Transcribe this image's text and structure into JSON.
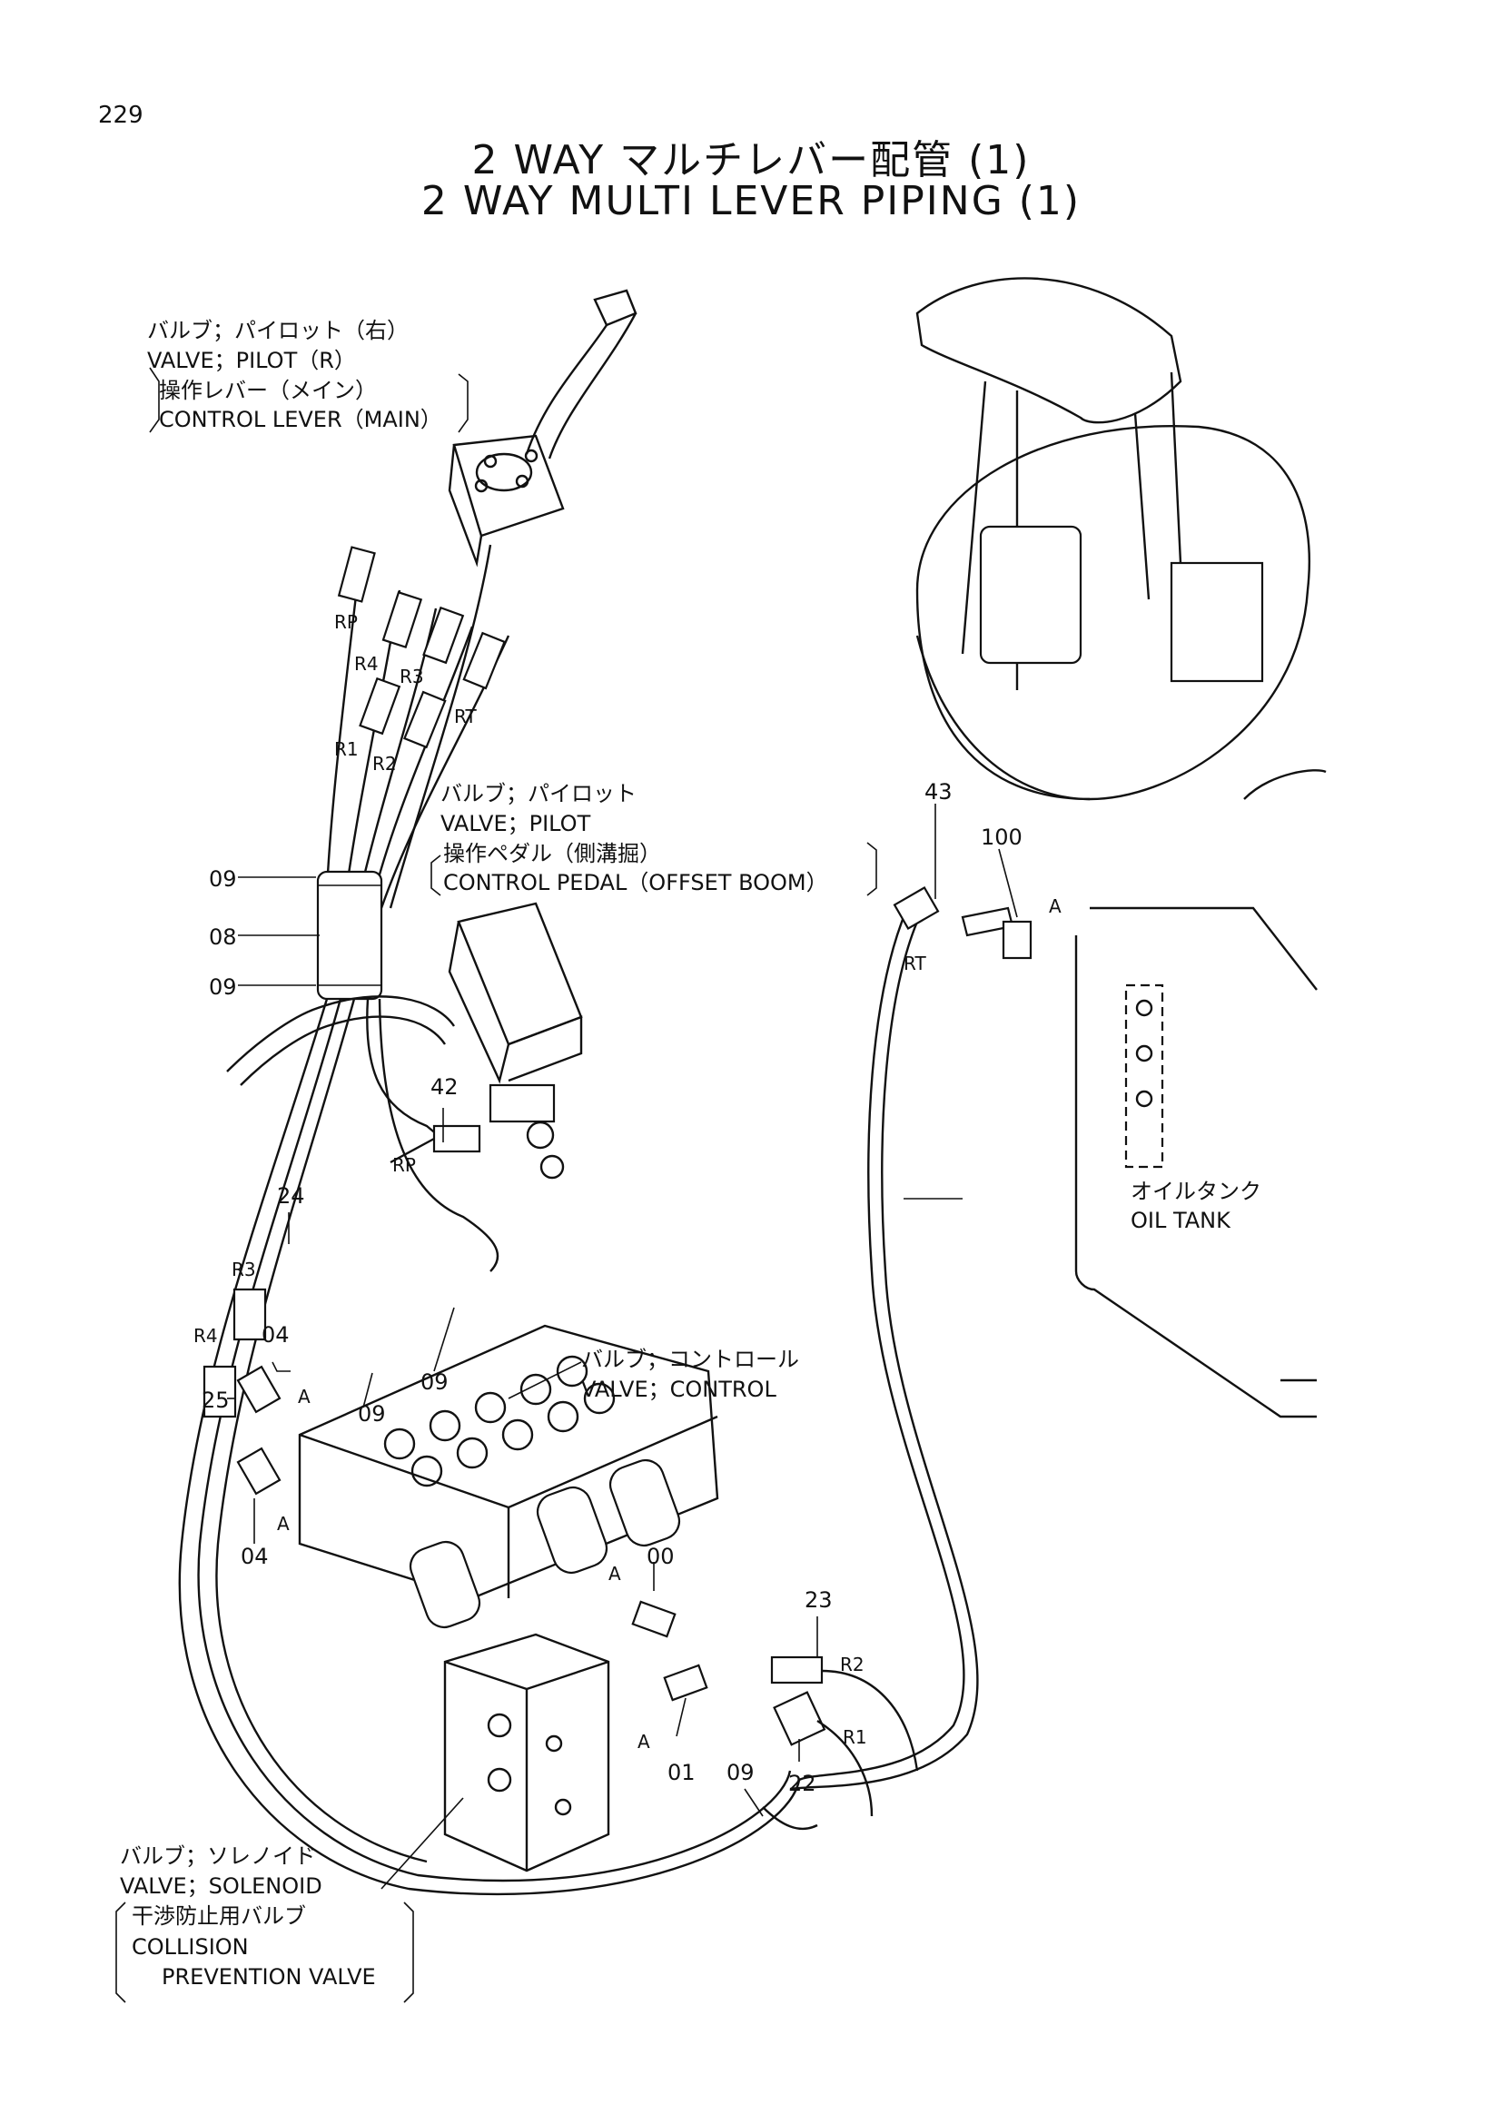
{
  "page_number": "229",
  "title_ja": "2 WAY マルチレバー配管 (1)",
  "title_en": "2 WAY MULTI LEVER PIPING (1)",
  "labels": {
    "pilot_valve_r_ja": "バルブ；パイロット（右）",
    "pilot_valve_r_en": "VALVE；PILOT（R）",
    "control_lever_ja": "操作レバー（メイン）",
    "control_lever_en": "CONTROL LEVER（MAIN）",
    "pilot_valve_ja": "バルブ；パイロット",
    "pilot_valve_en": "VALVE；PILOT",
    "control_pedal_ja": "操作ペダル（側溝掘）",
    "control_pedal_en": "CONTROL PEDAL（OFFSET BOOM）",
    "control_valve_ja": "バルブ；コントロール",
    "control_valve_en": "VALVE；CONTROL",
    "oil_tank_ja": "オイルタンク",
    "oil_tank_en": "OIL TANK",
    "solenoid_valve_ja": "バルブ；ソレノイド",
    "solenoid_valve_en": "VALVE；SOLENOID",
    "collision_valve_ja": "干渉防止用バルブ",
    "collision_valve_en_1": "COLLISION",
    "collision_valve_en_2": "PREVENTION VALVE"
  },
  "callouts": {
    "c09_a": "09",
    "c08": "08",
    "c09_b": "09",
    "c42": "42",
    "c24": "24",
    "c04_a": "04",
    "c25": "25",
    "c09_c": "09",
    "c09_d": "09",
    "c04_b": "04",
    "c00": "00",
    "c23": "23",
    "c01": "01",
    "c09_e": "09",
    "c22": "22",
    "c43": "43",
    "c100": "100"
  },
  "ports": {
    "rp_top": "RP",
    "r4_top": "R4",
    "r3_top": "R3",
    "r1_top": "R1",
    "r2_top": "R2",
    "rt_top": "RT",
    "rp_pedal": "RP",
    "r3_mid": "R3",
    "r4_mid": "R4",
    "r2_low": "R2",
    "r1_low": "R1",
    "rt_tank": "RT"
  },
  "section_marks": {
    "a_tank": "A",
    "a_left_1": "A",
    "a_left_2": "A",
    "a_mid": "A",
    "a_low": "A"
  }
}
